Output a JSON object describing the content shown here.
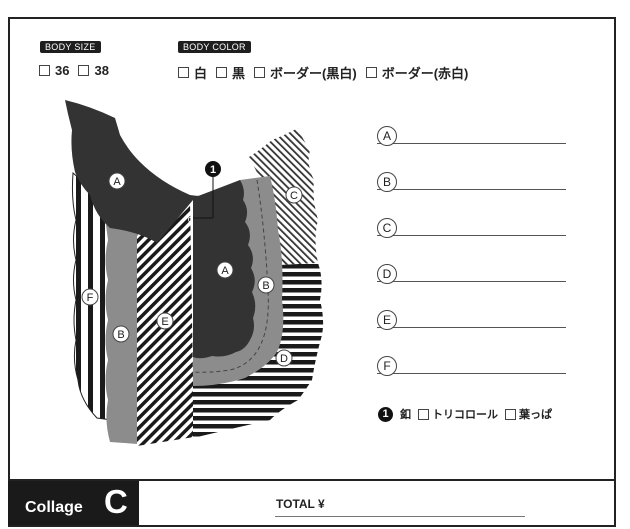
{
  "body_size": {
    "label": "BODY SIZE",
    "options": [
      "36",
      "38"
    ]
  },
  "body_color": {
    "label": "BODY COLOR",
    "options": [
      "白",
      "黒",
      "ボーダー(黒白)",
      "ボーダー(赤白)"
    ]
  },
  "diagram": {
    "labels": {
      "collar": "A",
      "body_a": "A",
      "body_b_right": "B",
      "body_b_left": "B",
      "c": "C",
      "d": "D",
      "e": "E",
      "f": "F",
      "button": "1",
      "button_c": "c"
    },
    "colors": {
      "dark": "#333333",
      "gray": "#8c8c8c",
      "stripe": "#1a1a1a"
    }
  },
  "answers": [
    {
      "letter": "A"
    },
    {
      "letter": "B"
    },
    {
      "letter": "C"
    },
    {
      "letter": "D"
    },
    {
      "letter": "E"
    },
    {
      "letter": "F"
    }
  ],
  "notes": {
    "number": "1",
    "label": "釦",
    "options": [
      "トリコロール",
      "葉っぱ"
    ]
  },
  "footer": {
    "brand_word": "Collage",
    "brand_letter": "C",
    "total_label": "TOTAL ¥"
  }
}
